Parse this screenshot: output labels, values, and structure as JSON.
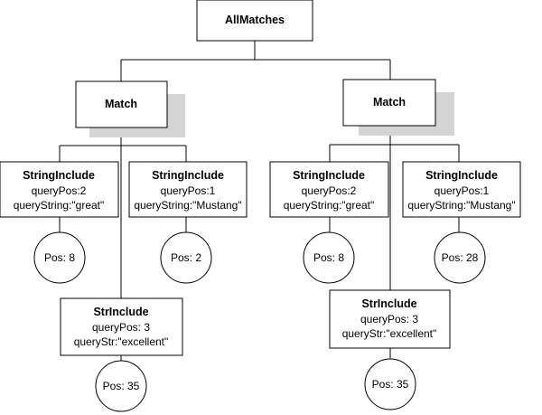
{
  "root": {
    "title": "AllMatches"
  },
  "left": {
    "match": {
      "title": "Match"
    },
    "include_a": {
      "title": "StringInclude",
      "line1": "queryPos:2",
      "line2": "queryString:\"great\"",
      "pos": "Pos: 8"
    },
    "include_b": {
      "title": "StringInclude",
      "line1": "queryPos:1",
      "line2": "queryString:\"Mustang\"",
      "pos": "Pos: 2"
    },
    "include_c": {
      "title": "StrInclude",
      "line1": "queryPos: 3",
      "line2": "queryStr:\"excellent\"",
      "pos": "Pos: 35"
    }
  },
  "right": {
    "match": {
      "title": "Match"
    },
    "include_a": {
      "title": "StringInclude",
      "line1": "queryPos:2",
      "line2": "queryString:\"great\"",
      "pos": "Pos: 8"
    },
    "include_b": {
      "title": "StringInclude",
      "line1": "queryPos:1",
      "line2": "queryString:\"Mustang\"",
      "pos": "Pos: 28"
    },
    "include_c": {
      "title": "StrInclude",
      "line1": "queryPos: 3",
      "line2": "queryStr:\"excellent\"",
      "pos": "Pos: 35"
    }
  },
  "colors": {
    "shadow": "#d4d4d4",
    "line": "#000000",
    "box_fill": "#ffffff"
  }
}
